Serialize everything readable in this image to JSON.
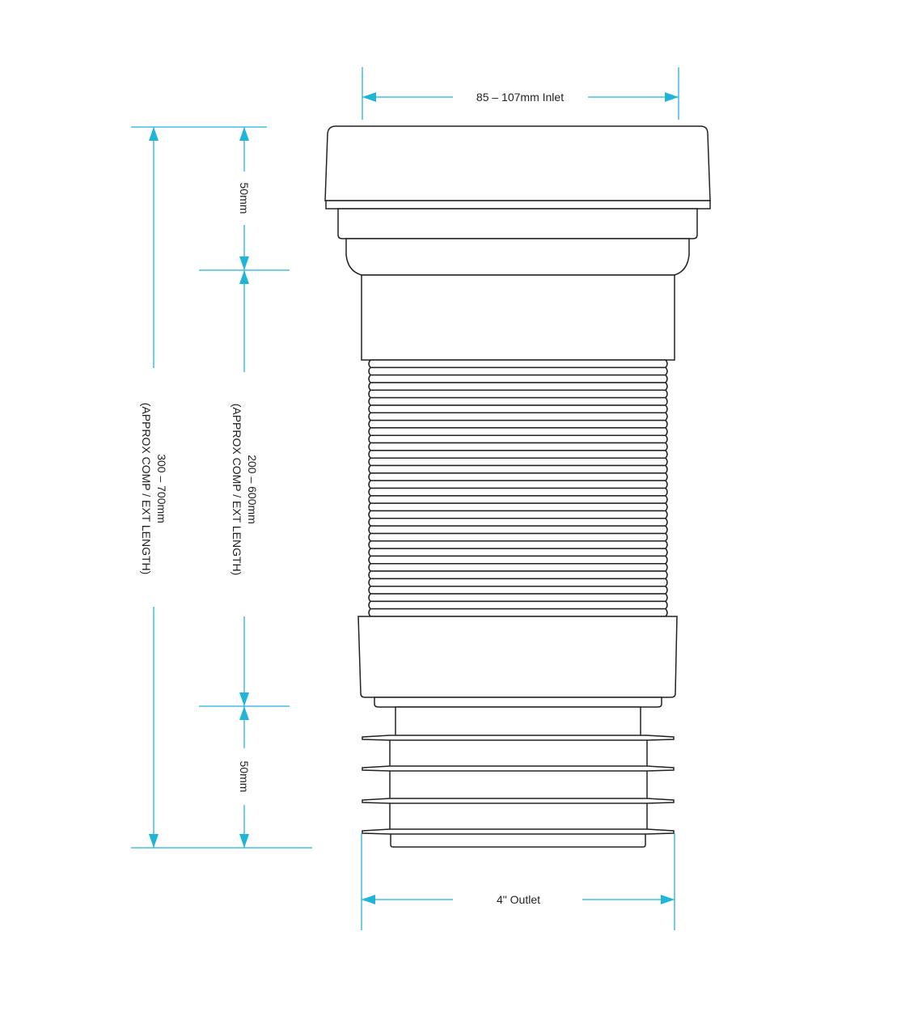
{
  "labels": {
    "inlet": "85 – 107mm Inlet",
    "outlet": "4\" Outlet",
    "top_section": "50mm",
    "bottom_section": "50mm",
    "inner_length": "200 – 600mm",
    "inner_length_note": "(APPROX COMP / EXT LENGTH)",
    "overall_length": "300 – 700mm",
    "overall_length_note": "(APPROX COMP / EXT LENGTH)"
  },
  "colors": {
    "dimension": "#1fb5d8",
    "outline": "#222222"
  }
}
